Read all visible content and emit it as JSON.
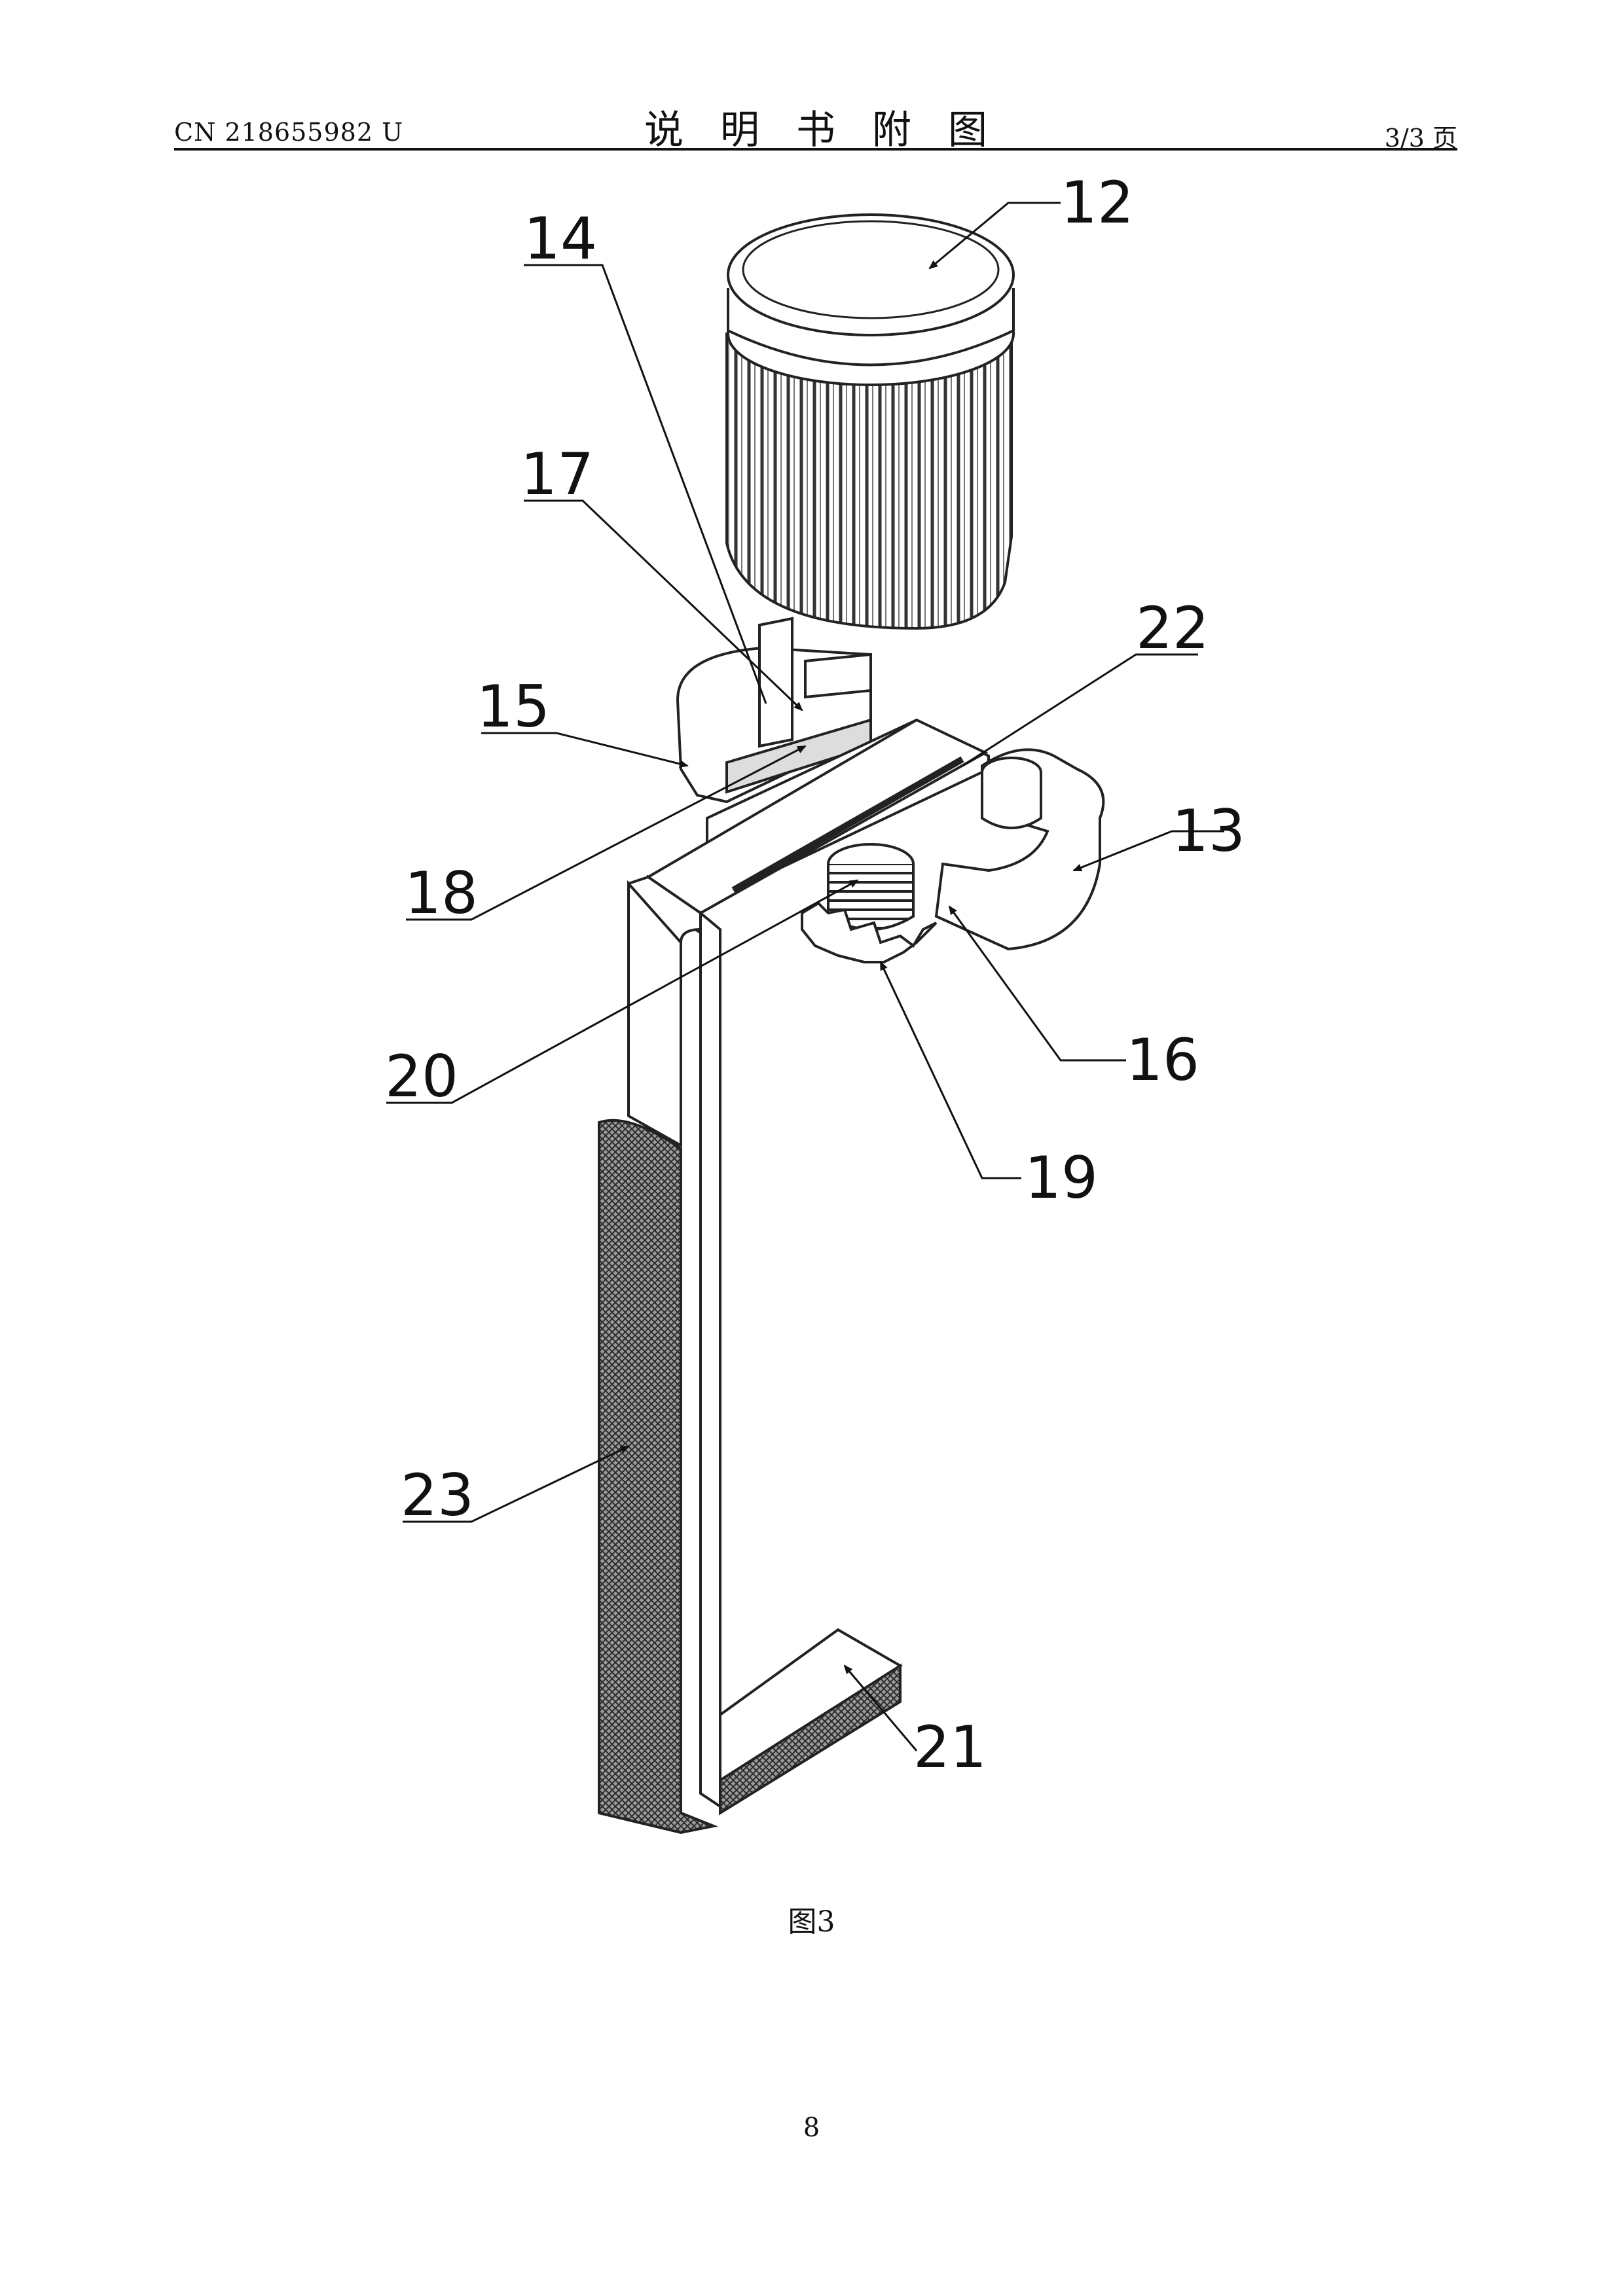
{
  "header": {
    "publication_number": "CN 218655982 U",
    "title": "说明书附图",
    "page_count": "3/3 页"
  },
  "figure": {
    "caption": "图3",
    "callouts": {
      "c12": "12",
      "c13": "13",
      "c14": "14",
      "c15": "15",
      "c16": "16",
      "c17": "17",
      "c18": "18",
      "c19": "19",
      "c20": "20",
      "c21": "21",
      "c22": "22",
      "c23": "23"
    }
  },
  "footer": {
    "page_number": "8"
  }
}
